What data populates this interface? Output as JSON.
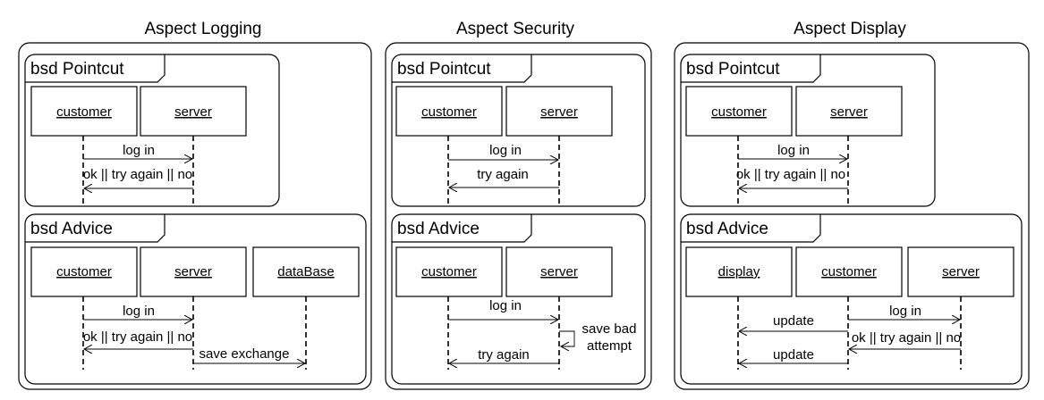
{
  "aspects": [
    {
      "title": "Aspect Logging",
      "pointcut": {
        "frame_label": "bsd Pointcut",
        "lifelines": [
          "customer",
          "server"
        ],
        "messages": [
          "log in",
          "ok || try again || no"
        ]
      },
      "advice": {
        "frame_label": "bsd Advice",
        "lifelines": [
          "customer",
          "server",
          "dataBase"
        ],
        "messages": [
          "log in",
          "ok || try again || no",
          "save exchange"
        ]
      }
    },
    {
      "title": "Aspect Security",
      "pointcut": {
        "frame_label": "bsd Pointcut",
        "lifelines": [
          "customer",
          "server"
        ],
        "messages": [
          "log in",
          "try again"
        ]
      },
      "advice": {
        "frame_label": "bsd Advice",
        "lifelines": [
          "customer",
          "server"
        ],
        "messages": [
          "log in",
          "save bad",
          "attempt",
          "try again"
        ]
      }
    },
    {
      "title": "Aspect Display",
      "pointcut": {
        "frame_label": "bsd Pointcut",
        "lifelines": [
          "customer",
          "server"
        ],
        "messages": [
          "log in",
          "ok || try again || no"
        ]
      },
      "advice": {
        "frame_label": "bsd Advice",
        "lifelines": [
          "display",
          "customer",
          "server"
        ],
        "messages": [
          "update",
          "log in",
          "ok || try again || no",
          "update"
        ]
      }
    }
  ]
}
